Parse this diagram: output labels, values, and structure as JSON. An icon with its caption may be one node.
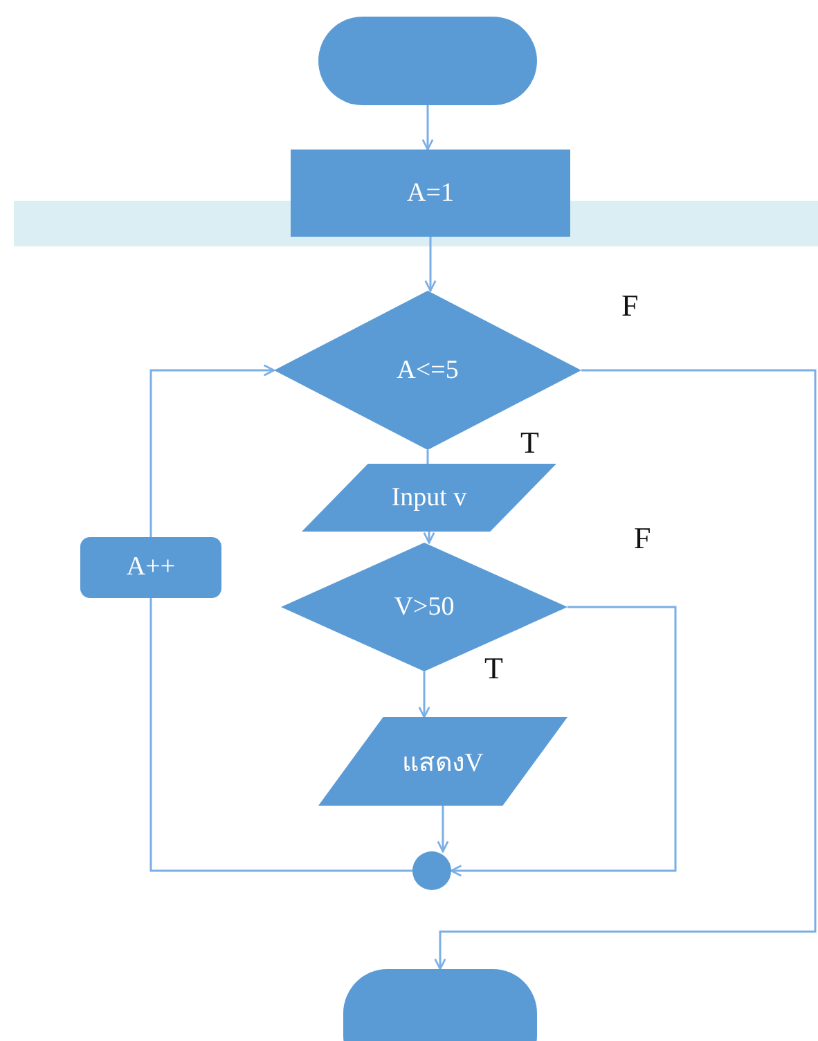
{
  "diagram": {
    "nodes": [
      {
        "text": [],
        "shape": "terminal"
      },
      {
        "text": [
          "A=1"
        ]
      },
      {
        "text": [
          "A<=5"
        ]
      },
      {
        "text": [
          "Input v"
        ]
      },
      {
        "text": [
          "V>50"
        ]
      },
      {
        "text": [
          "แสดงV"
        ]
      },
      {
        "text": [],
        "shape": "circle"
      },
      {
        "text": [
          "A++"
        ]
      },
      {
        "text": [],
        "shape": "terminal"
      }
    ],
    "edges": [
      {
        "from": 0,
        "to": 1,
        "arrow": "to"
      },
      {
        "from": 1,
        "to": 2,
        "arrow": "to"
      },
      {
        "from": 2,
        "to": 3,
        "arrow": "none",
        "label": "T"
      },
      {
        "from": 3,
        "to": 4,
        "arrow": "to"
      },
      {
        "from": 4,
        "to": 5,
        "arrow": "to",
        "label": "T"
      },
      {
        "from": 5,
        "to": 6,
        "arrow": "to"
      },
      {
        "from": 4,
        "to": 6,
        "arrow": "to",
        "label": "F"
      },
      {
        "from": 6,
        "to": 7,
        "arrow": "none"
      },
      {
        "from": 7,
        "to": 2,
        "arrow": "to"
      },
      {
        "from": 2,
        "to": 8,
        "arrow": "to",
        "label": "F"
      }
    ]
  }
}
